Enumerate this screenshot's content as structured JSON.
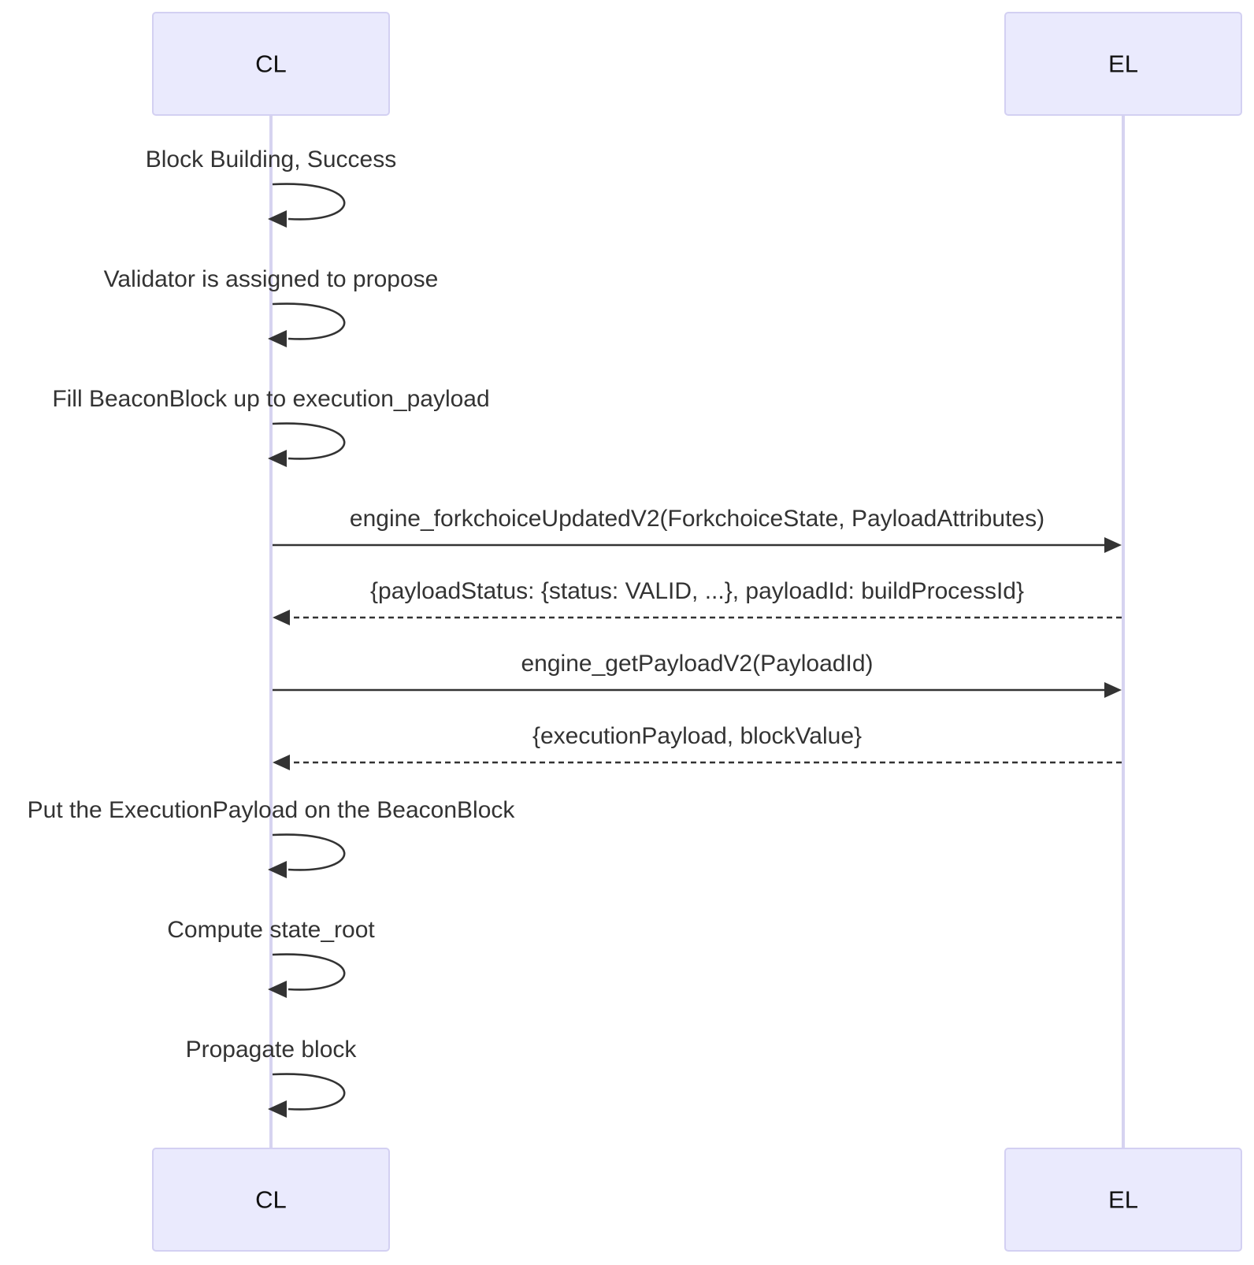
{
  "diagram": {
    "type": "sequence",
    "participants": [
      {
        "id": "CL",
        "label": "CL"
      },
      {
        "id": "EL",
        "label": "EL"
      }
    ],
    "messages": [
      {
        "from": "CL",
        "to": "CL",
        "style": "solid",
        "label": "Block Building, Success"
      },
      {
        "from": "CL",
        "to": "CL",
        "style": "solid",
        "label": "Validator is assigned to propose"
      },
      {
        "from": "CL",
        "to": "CL",
        "style": "solid",
        "label": "Fill BeaconBlock up to execution_payload"
      },
      {
        "from": "CL",
        "to": "EL",
        "style": "solid",
        "label": "engine_forkchoiceUpdatedV2(ForkchoiceState, PayloadAttributes)"
      },
      {
        "from": "EL",
        "to": "CL",
        "style": "dashed",
        "label": "{payloadStatus: {status: VALID, ...}, payloadId: buildProcessId}"
      },
      {
        "from": "CL",
        "to": "EL",
        "style": "solid",
        "label": "engine_getPayloadV2(PayloadId)"
      },
      {
        "from": "EL",
        "to": "CL",
        "style": "dashed",
        "label": "{executionPayload, blockValue}"
      },
      {
        "from": "CL",
        "to": "CL",
        "style": "solid",
        "label": "Put the ExecutionPayload on the BeaconBlock"
      },
      {
        "from": "CL",
        "to": "CL",
        "style": "solid",
        "label": "Compute state_root"
      },
      {
        "from": "CL",
        "to": "CL",
        "style": "solid",
        "label": "Propagate block"
      }
    ]
  },
  "colors": {
    "actor_fill": "#eaeafd",
    "actor_stroke": "#d3d0f2",
    "lifeline": "#d6d3f0",
    "arrow": "#333333",
    "text": "#333333"
  }
}
